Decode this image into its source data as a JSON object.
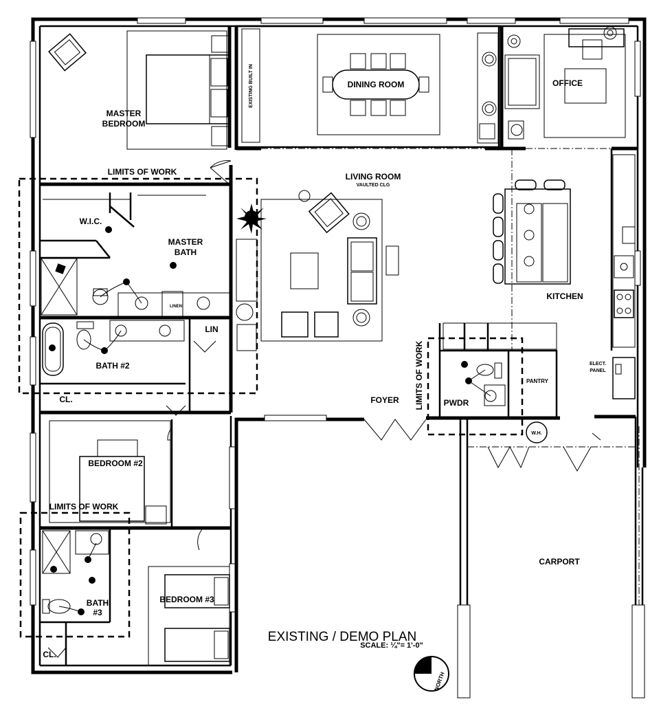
{
  "labels": {
    "master_bedroom_1": "MASTER",
    "master_bedroom_2": "BEDROOM",
    "limits_of_work": "LIMITS OF WORK",
    "wic": "W.I.C.",
    "master_bath_1": "MASTER",
    "master_bath_2": "BATH",
    "linen": "LINEN",
    "lin": "LIN",
    "bath2": "BATH #2",
    "closet": "CL.",
    "bedroom2": "BEDROOM #2",
    "bath3_1": "BATH",
    "bath3_2": "#3",
    "bedroom3": "BEDROOM #3",
    "existing_built_in": "EXISTING BUILT IN",
    "dining_room": "DINING ROOM",
    "office": "OFFICE",
    "living_room": "LIVING ROOM",
    "vaulted_clg": "VAULTED CLG",
    "kitchen": "KITCHEN",
    "elect_panel_1": "ELECT.",
    "elect_panel_2": "PANEL",
    "pantry": "PANTRY",
    "pwdr": "PWDR",
    "foyer": "FOYER",
    "wh": "W.H.",
    "carport": "CARPORT",
    "north": "NORTH"
  },
  "title": {
    "main": "EXISTING / DEMO PLAN",
    "scale": "SCALE: ¼\"= 1'-0\""
  },
  "colors": {
    "ink": "#000000",
    "paper": "#ffffff"
  }
}
